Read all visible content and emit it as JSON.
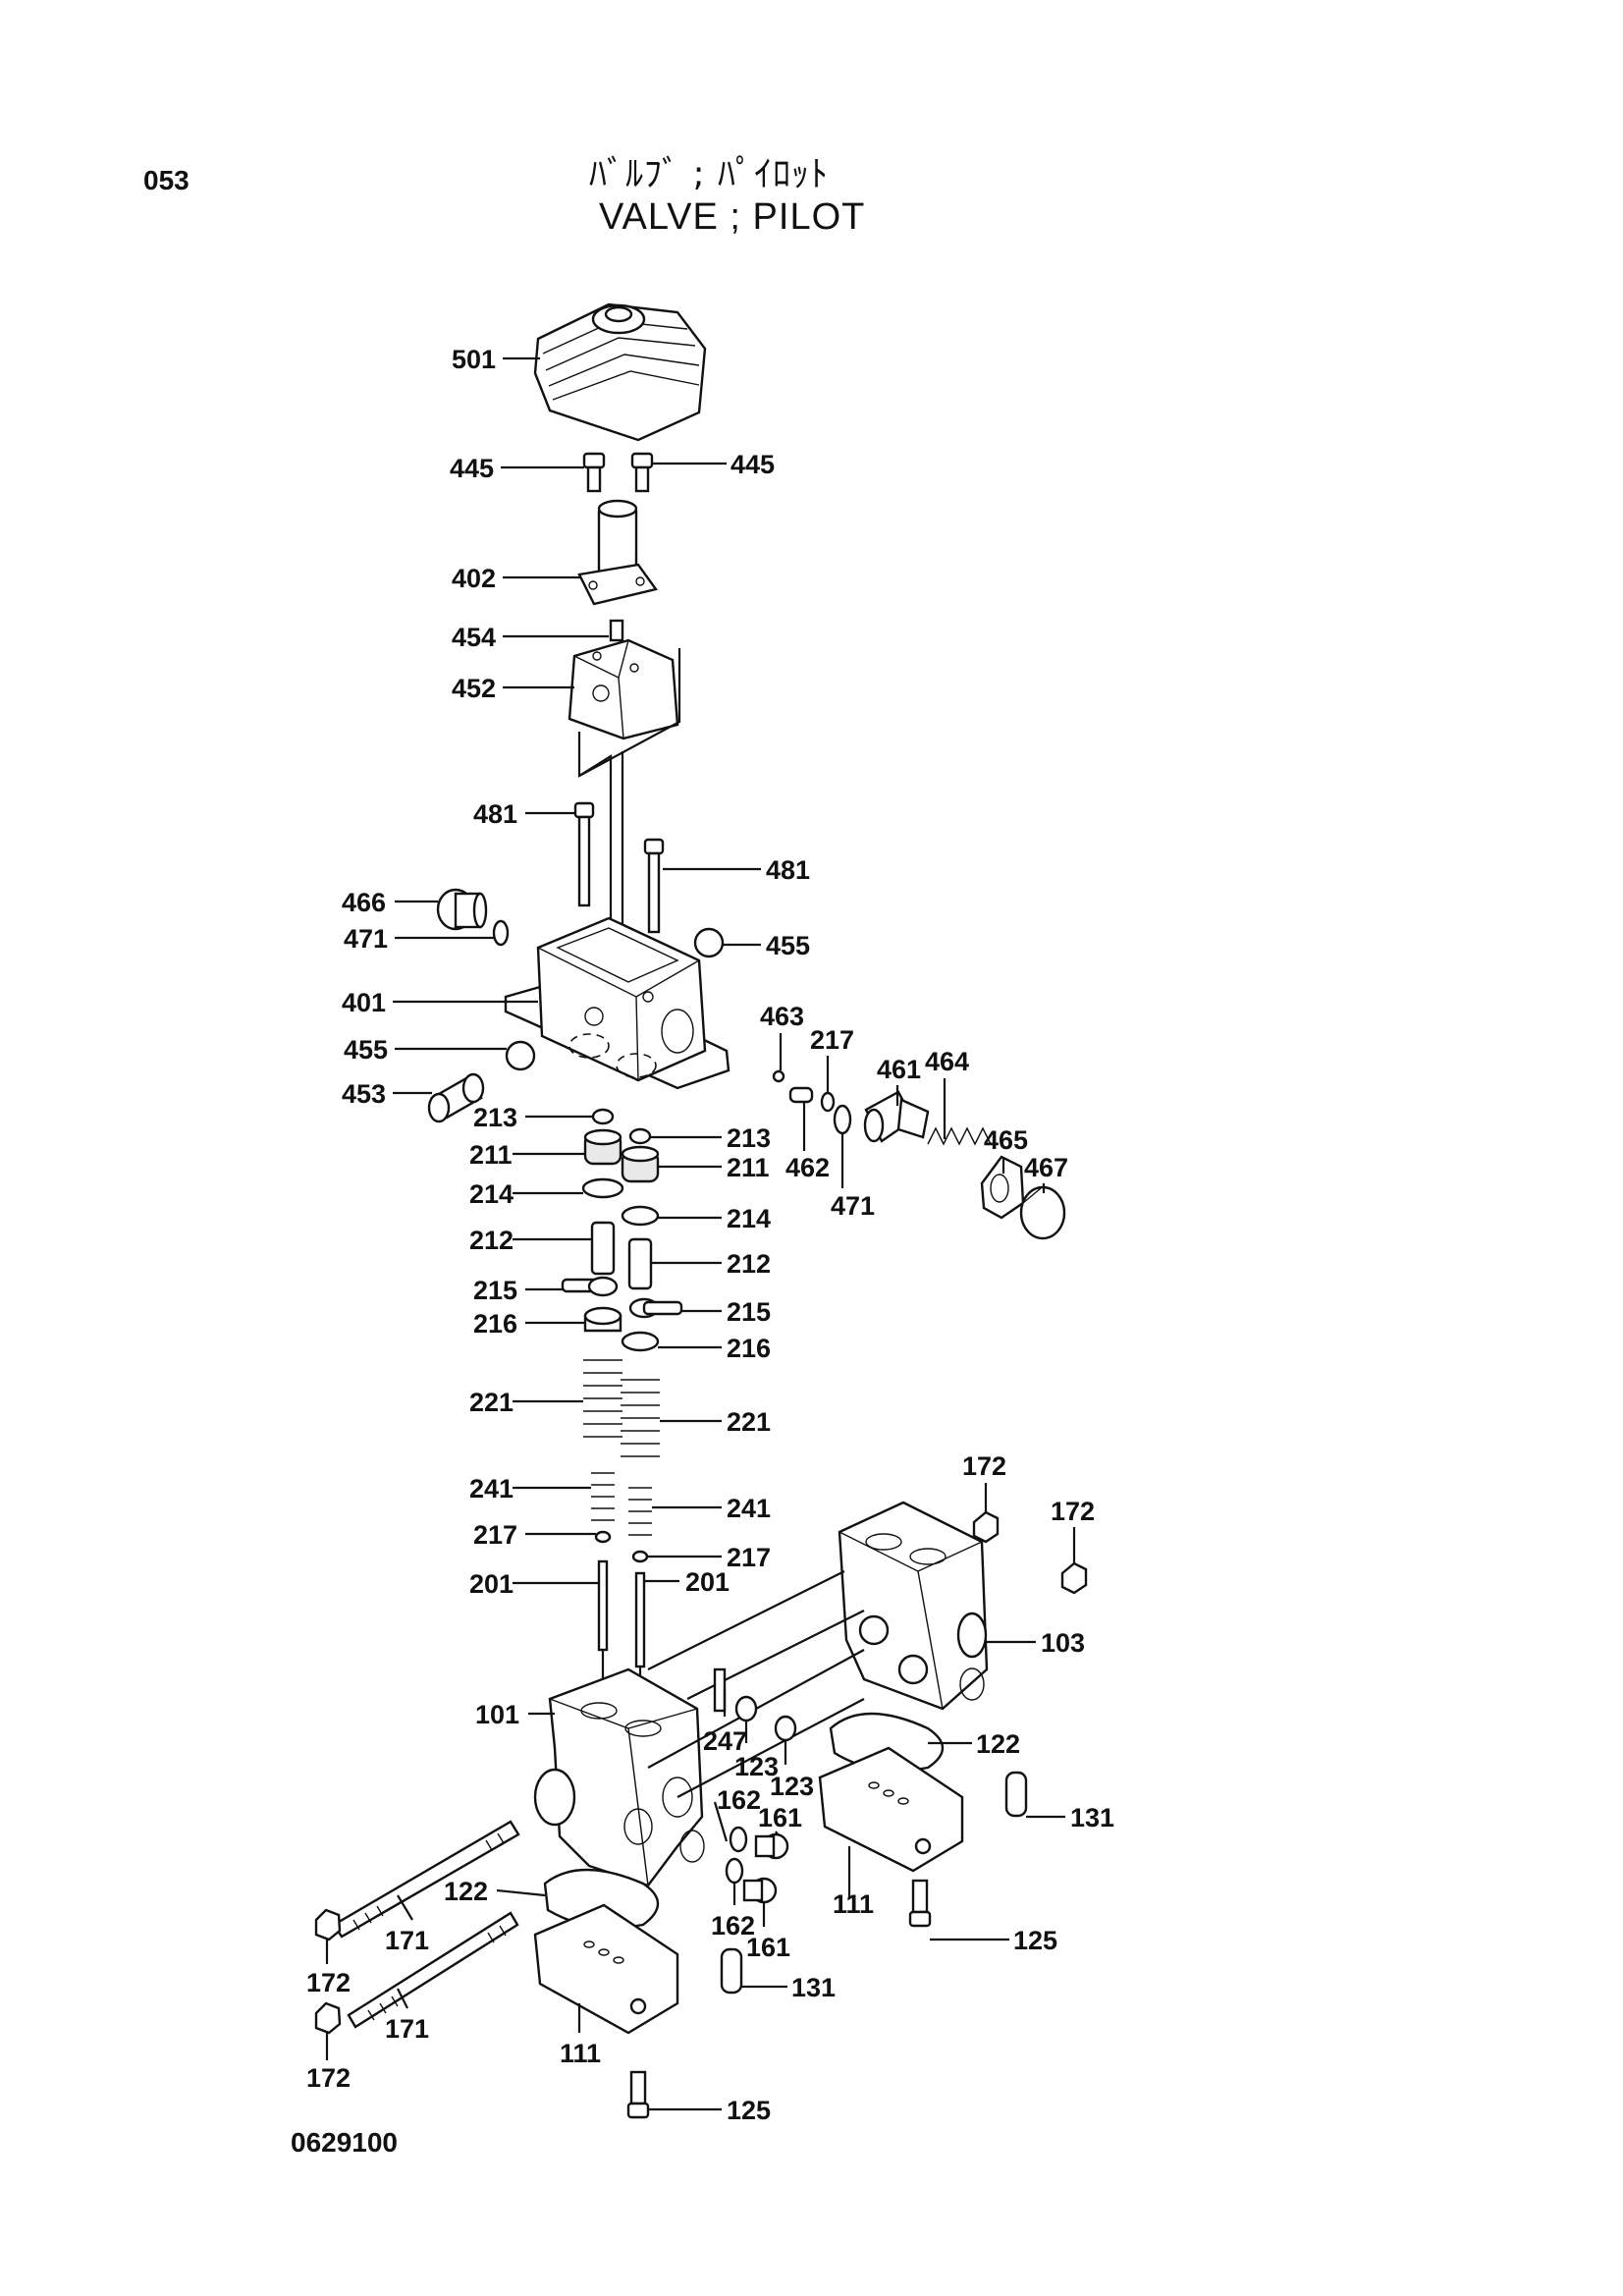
{
  "header": {
    "page_number": "053",
    "title_jp": "ﾊﾞﾙﾌﾞ ; ﾊﾟｲﾛｯﾄ",
    "title_en": "VALVE ; PILOT"
  },
  "footer": {
    "drawing_number": "0629100"
  },
  "callouts": [
    "501",
    "445",
    "445",
    "402",
    "454",
    "452",
    "481",
    "481",
    "466",
    "471",
    "455",
    "401",
    "455",
    "453",
    "463",
    "217",
    "461",
    "464",
    "465",
    "467",
    "462",
    "471",
    "213",
    "213",
    "211",
    "211",
    "214",
    "214",
    "212",
    "212",
    "215",
    "215",
    "216",
    "216",
    "221",
    "221",
    "241",
    "241",
    "217",
    "217",
    "201",
    "201",
    "172",
    "172",
    "103",
    "101",
    "247",
    "123",
    "123",
    "122",
    "162",
    "161",
    "131",
    "122",
    "111",
    "125",
    "172",
    "171",
    "162",
    "161",
    "131",
    "171",
    "172",
    "111",
    "125"
  ]
}
